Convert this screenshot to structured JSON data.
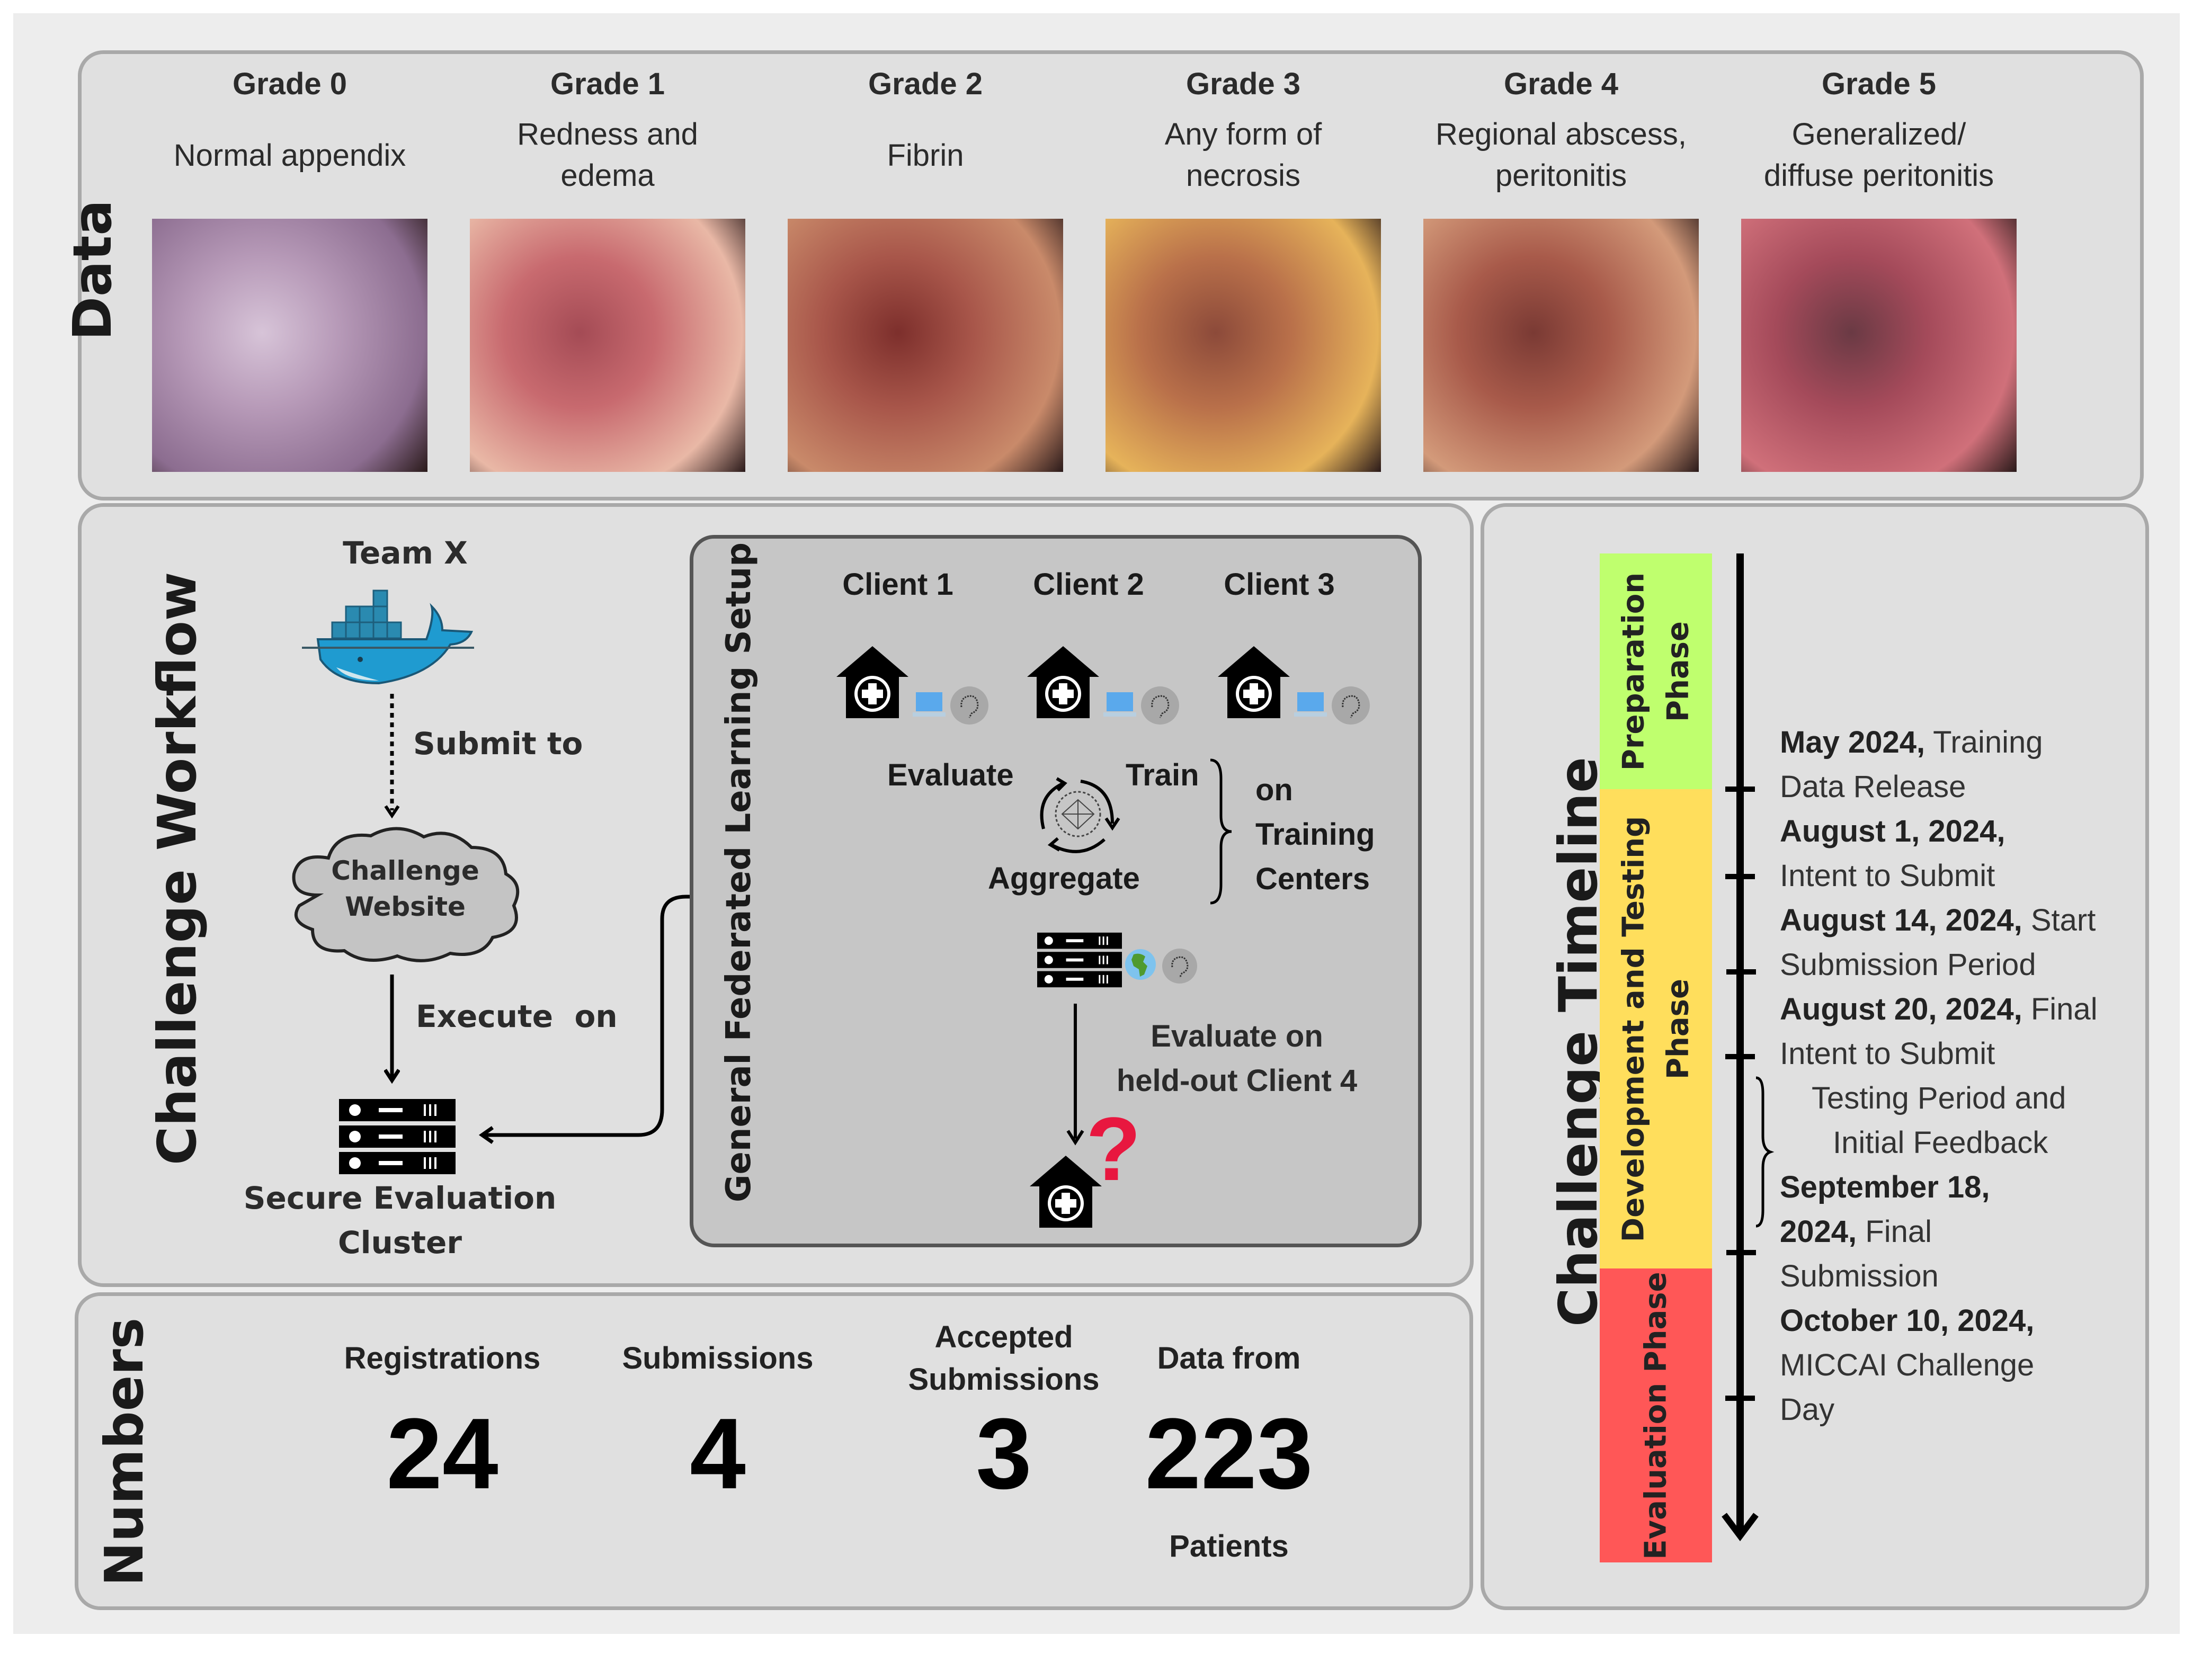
{
  "sections": {
    "data": "Data",
    "workflow": "Challenge Workflow",
    "numbers": "Numbers",
    "timeline": "Challenge Timeline",
    "federated": "General Federated Learning Setup"
  },
  "grades": [
    {
      "title": "Grade 0",
      "desc": [
        "Normal appendix"
      ],
      "image": "laparoscopic-image-normal-appendix"
    },
    {
      "title": "Grade 1",
      "desc": [
        "Redness and",
        "edema"
      ],
      "image": "laparoscopic-image-redness-edema"
    },
    {
      "title": "Grade 2",
      "desc": [
        "Fibrin"
      ],
      "image": "laparoscopic-image-fibrin"
    },
    {
      "title": "Grade 3",
      "desc": [
        "Any form of",
        "necrosis"
      ],
      "image": "laparoscopic-image-necrosis"
    },
    {
      "title": "Grade 4",
      "desc": [
        "Regional abscess,",
        "peritonitis"
      ],
      "image": "laparoscopic-image-abscess"
    },
    {
      "title": "Grade 5",
      "desc": [
        "Generalized/",
        "diffuse peritonitis"
      ],
      "image": "laparoscopic-image-diffuse-peritonitis"
    }
  ],
  "workflow": {
    "team": "Team X",
    "submit": "Submit to",
    "website": [
      "Challenge",
      "Website"
    ],
    "execute": "Execute  on",
    "cluster": [
      "Secure Evaluation",
      "Cluster"
    ],
    "icons": {
      "team": "docker-whale-icon",
      "website": "cloud-icon",
      "cluster": "server-rack-icon"
    }
  },
  "federated": {
    "clients": [
      "Client 1",
      "Client 2",
      "Client 3"
    ],
    "cycle": {
      "evaluate": "Evaluate",
      "train": "Train",
      "aggregate": "Aggregate"
    },
    "centers": [
      "on",
      "Training",
      "Centers"
    ],
    "heldout": [
      "Evaluate on",
      "held-out Client 4"
    ],
    "question": "?"
  },
  "numbers": [
    {
      "label": [
        "Registrations"
      ],
      "value": "24",
      "sub": ""
    },
    {
      "label": [
        "Submissions"
      ],
      "value": "4",
      "sub": ""
    },
    {
      "label": [
        "Accepted",
        "Submissions"
      ],
      "value": "3",
      "sub": ""
    },
    {
      "label": [
        "Data from"
      ],
      "value": "223",
      "sub": "Patients"
    }
  ],
  "timeline": {
    "phases": [
      {
        "name": [
          "Preparation",
          "Phase"
        ],
        "color": "#bfff6e"
      },
      {
        "name": [
          "Development and Testing",
          "Phase"
        ],
        "color": "#ffde5c"
      },
      {
        "name": [
          "Evaluation Phase"
        ],
        "color": "#ff5757"
      }
    ],
    "events": [
      {
        "date": "May 2024,",
        "text": " Training",
        "text2": "Data Release"
      },
      {
        "date": "August 1, 2024,",
        "text": "",
        "text2": "Intent to Submit"
      },
      {
        "date": "August 14, 2024,",
        "text": " Start",
        "text2": "Submission Period"
      },
      {
        "date": "August 20, 2024,",
        "text": " Final",
        "text2": "Intent to Submit"
      },
      {
        "date": "September 18,",
        "text": "",
        "text2": ""
      },
      {
        "date": "October 10, 2024,",
        "text": "",
        "text2": "MICCAI Challenge"
      }
    ],
    "sep_line2_bold": "2024,",
    "sep_line2_rest": " Final",
    "sep_line3": "Submission",
    "oct_line3": "Day",
    "period": [
      "Testing Period and",
      "Initial Feedback"
    ]
  }
}
